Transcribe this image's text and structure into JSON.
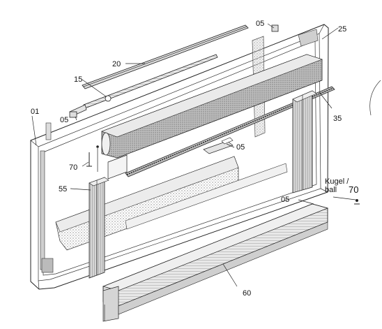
{
  "callouts": {
    "c01": "01",
    "c05_top": "05",
    "c05_left": "05",
    "c05_mid": "05",
    "c05_right": "05",
    "c15": "15",
    "c20": "20",
    "c25": "25",
    "c35": "35",
    "c55": "55",
    "c60": "60",
    "c70_left": "70",
    "c70_right": "70",
    "kugel": "Kugel /",
    "ball": "ball"
  }
}
